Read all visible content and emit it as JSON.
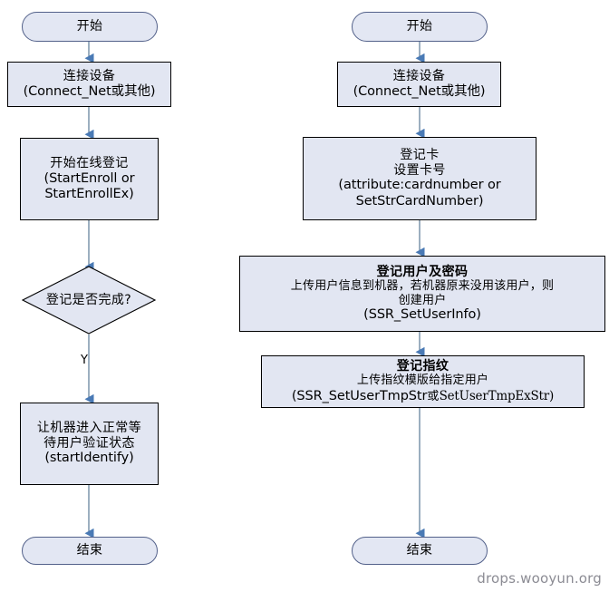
{
  "diagram": {
    "title_watermark": "drops.wooyun.org",
    "left_flow": {
      "start": {
        "label": "开始"
      },
      "connect": {
        "line1": "连接设备",
        "line2": "(Connect_Net或其他)"
      },
      "enroll": {
        "line1": "开始在线登记",
        "line2": "(StartEnroll or",
        "line3": "StartEnrollEx)"
      },
      "decision": {
        "label": "登记是否完成?"
      },
      "decision_yes_label": "Y",
      "identify": {
        "line1": "让机器进入正常等",
        "line2": "待用户验证状态",
        "line3": "(startIdentify)"
      },
      "end": {
        "label": "结束"
      }
    },
    "right_flow": {
      "start": {
        "label": "开始"
      },
      "connect": {
        "line1": "连接设备",
        "line2": "(Connect_Net或其他)"
      },
      "card": {
        "line1": "登记卡",
        "line2": "设置卡号",
        "line3": "(attribute:cardnumber or",
        "line4": "SetStrCardNumber)"
      },
      "user": {
        "line1": "登记用户及密码",
        "line2": "上传用户信息到机器，若机器原来没用该用户，则",
        "line3": "创建用户",
        "line4": "(SSR_SetUserInfo)"
      },
      "finger": {
        "line1": "登记指纹",
        "line2": "上传指纹模版给指定用户",
        "line3_a": "(SSR_SetUserTmpStr",
        "line3_b": "或",
        "line3_c": "SetUserTmpExStr)"
      },
      "end": {
        "label": "结束"
      }
    },
    "colors": {
      "node_fill": "#e2e6f2",
      "node_border": "#000000",
      "terminal_border": "#53618a",
      "arrow": "#4a7ab5",
      "connector_line": "#4a6d8c",
      "watermark": "#8c8c94"
    }
  }
}
